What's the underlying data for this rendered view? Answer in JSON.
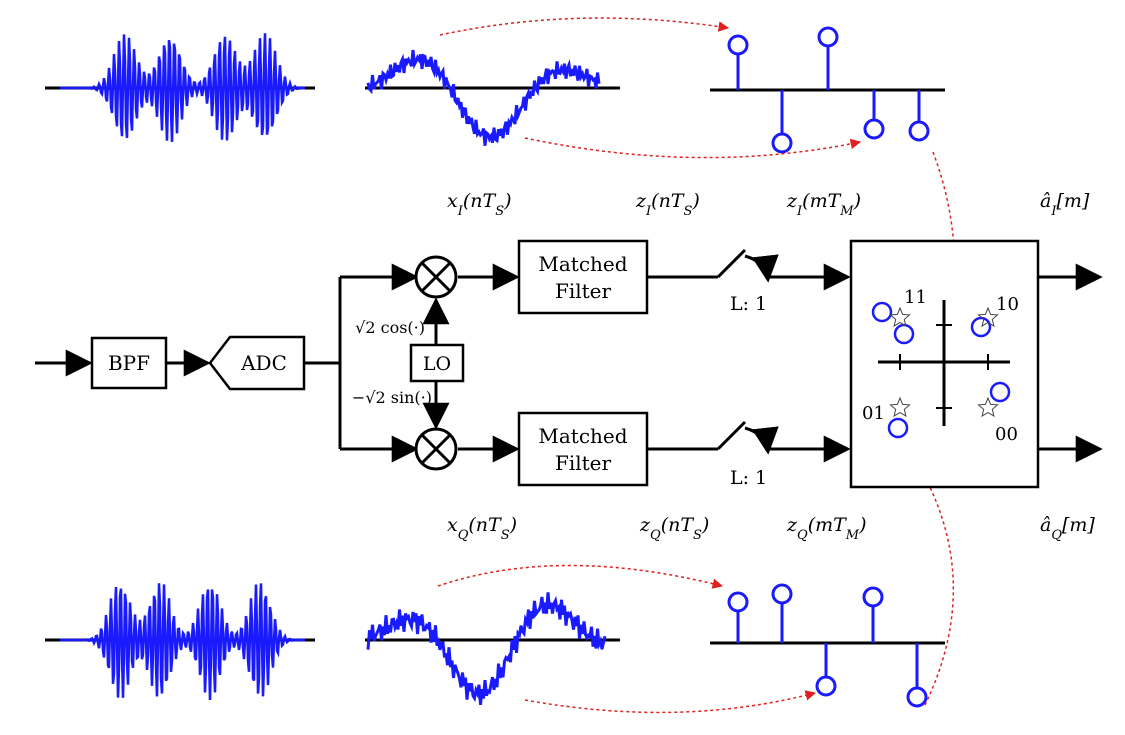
{
  "blocks": {
    "bpf": "BPF",
    "adc": "ADC",
    "lo": "LO",
    "mf_line1": "Matched",
    "mf_line2": "Filter",
    "decimation": "L: 1"
  },
  "mixer_labels": {
    "cos": "√2 cos(·)",
    "sin": "−√2 sin(·)"
  },
  "signal_labels": {
    "xI": "x_I(nT_S)",
    "zI_n": "z_I(nT_S)",
    "zI_m": "z_I(mT_M)",
    "aI": "â_I[m]",
    "xQ": "x_Q(nT_S)",
    "zQ_n": "z_Q(nT_S)",
    "zQ_m": "z_Q(mT_M)",
    "aQ": "â_Q[m]"
  },
  "constellation": {
    "labels": [
      "11",
      "10",
      "01",
      "00"
    ]
  },
  "colors": {
    "waveform": "#1a1aff",
    "arrow_dotted": "#e02020",
    "line": "#000000"
  }
}
